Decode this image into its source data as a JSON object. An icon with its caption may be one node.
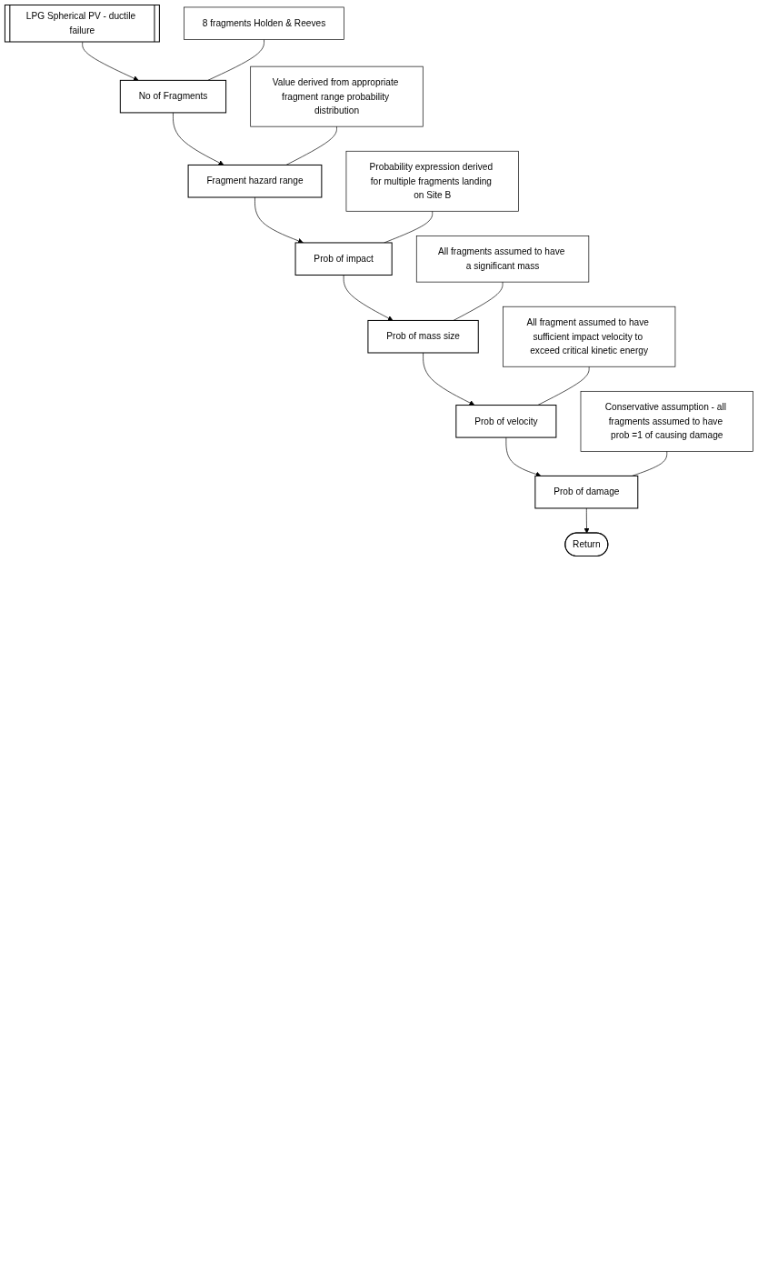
{
  "diagram": {
    "nodes": [
      {
        "text": [
          "LPG Spherical PV - ductile failure"
        ]
      },
      {
        "text": [
          "No of Fragments"
        ]
      },
      {
        "text": [
          "8 fragments Holden & Reeves"
        ]
      },
      {
        "text": [
          "Fragment hazard range"
        ]
      },
      {
        "text": [
          "Value derived from appropriate fragment range probability distribution"
        ]
      },
      {
        "text": [
          "Prob of impact"
        ]
      },
      {
        "text": [
          "Probability expression derived for multiple fragments landing on Site B"
        ]
      },
      {
        "text": [
          "Prob of mass size"
        ]
      },
      {
        "text": [
          "All fragments assumed to have a significant mass"
        ]
      },
      {
        "text": [
          "Prob of velocity"
        ]
      },
      {
        "text": [
          "All fragment assumed to have sufficient impact velocity to exceed critical kinetic energy"
        ]
      },
      {
        "text": [
          "Prob of damage"
        ]
      },
      {
        "text": [
          "Conservative assumption - all fragments assumed to have prob =1 of causing damage"
        ]
      },
      {
        "text": [
          "Return"
        ]
      }
    ],
    "edges": [
      {
        "from": 0,
        "to": 1,
        "arrow": "to"
      },
      {
        "from": 2,
        "to": 1,
        "arrow": "none"
      },
      {
        "from": 1,
        "to": 3,
        "arrow": "to"
      },
      {
        "from": 4,
        "to": 3,
        "arrow": "none"
      },
      {
        "from": 3,
        "to": 5,
        "arrow": "to"
      },
      {
        "from": 6,
        "to": 5,
        "arrow": "none"
      },
      {
        "from": 5,
        "to": 7,
        "arrow": "to"
      },
      {
        "from": 8,
        "to": 7,
        "arrow": "none"
      },
      {
        "from": 7,
        "to": 9,
        "arrow": "to"
      },
      {
        "from": 10,
        "to": 9,
        "arrow": "none"
      },
      {
        "from": 9,
        "to": 11,
        "arrow": "to"
      },
      {
        "from": 12,
        "to": 11,
        "arrow": "none"
      },
      {
        "from": 11,
        "to": 13,
        "arrow": "to"
      }
    ]
  }
}
